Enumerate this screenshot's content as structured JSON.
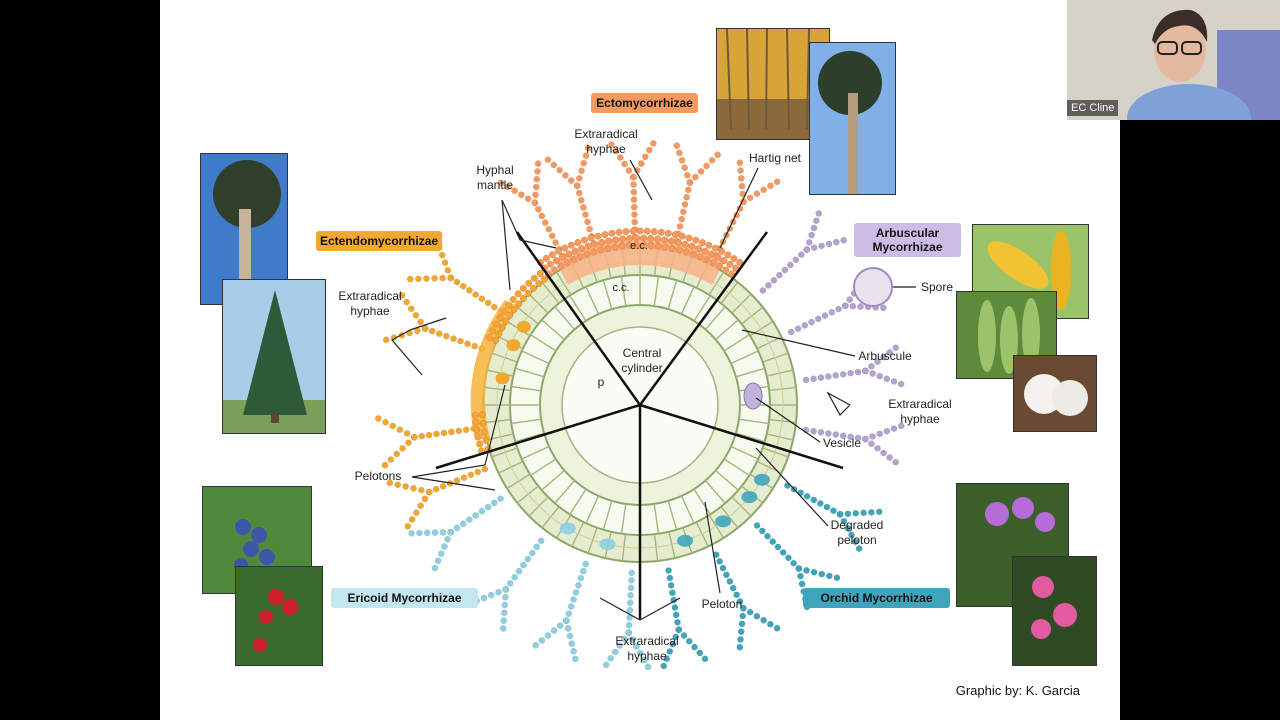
{
  "slide": {
    "types": {
      "ecto": "Ectomycorrhizae",
      "ectendo": "Ectendomycorrhizae",
      "arbuscular": "Arbuscular\nMycorrhizae",
      "ericoid": "Ericoid Mycorrhizae",
      "orchid": "Orchid Mycorrhizae"
    },
    "labels": {
      "extraradical_top": "Extraradical\nhyphae",
      "hyphal_mantle": "Hyphal\nmantle",
      "hartig_net": "Hartig net",
      "extraradical_left": "Extraradical\nhyphae",
      "spore": "Spore",
      "arbuscule": "Arbuscule",
      "extraradical_right": "Extraradical\nhyphae",
      "vesicle": "Vesicle",
      "pelotons": "Pelotons",
      "degraded_peloton": "Degraded\npeloton",
      "peloton": "Peloton",
      "extraradical_bottom": "Extraradical\nhyphae",
      "central_cylinder": "Central\ncylinder",
      "ec": "e.c.",
      "cc": "c.c.",
      "p": "p"
    },
    "credit": "Graphic by: K. Garcia"
  },
  "participant": {
    "name": "EC Cline"
  },
  "colors": {
    "ecto": "#f59a5e",
    "ectendo": "#f2a830",
    "arbuscular": "#b4a2cf",
    "ericoid": "#8ecfe0",
    "orchid": "#3fa5bd",
    "cortex": "#bccf92"
  }
}
